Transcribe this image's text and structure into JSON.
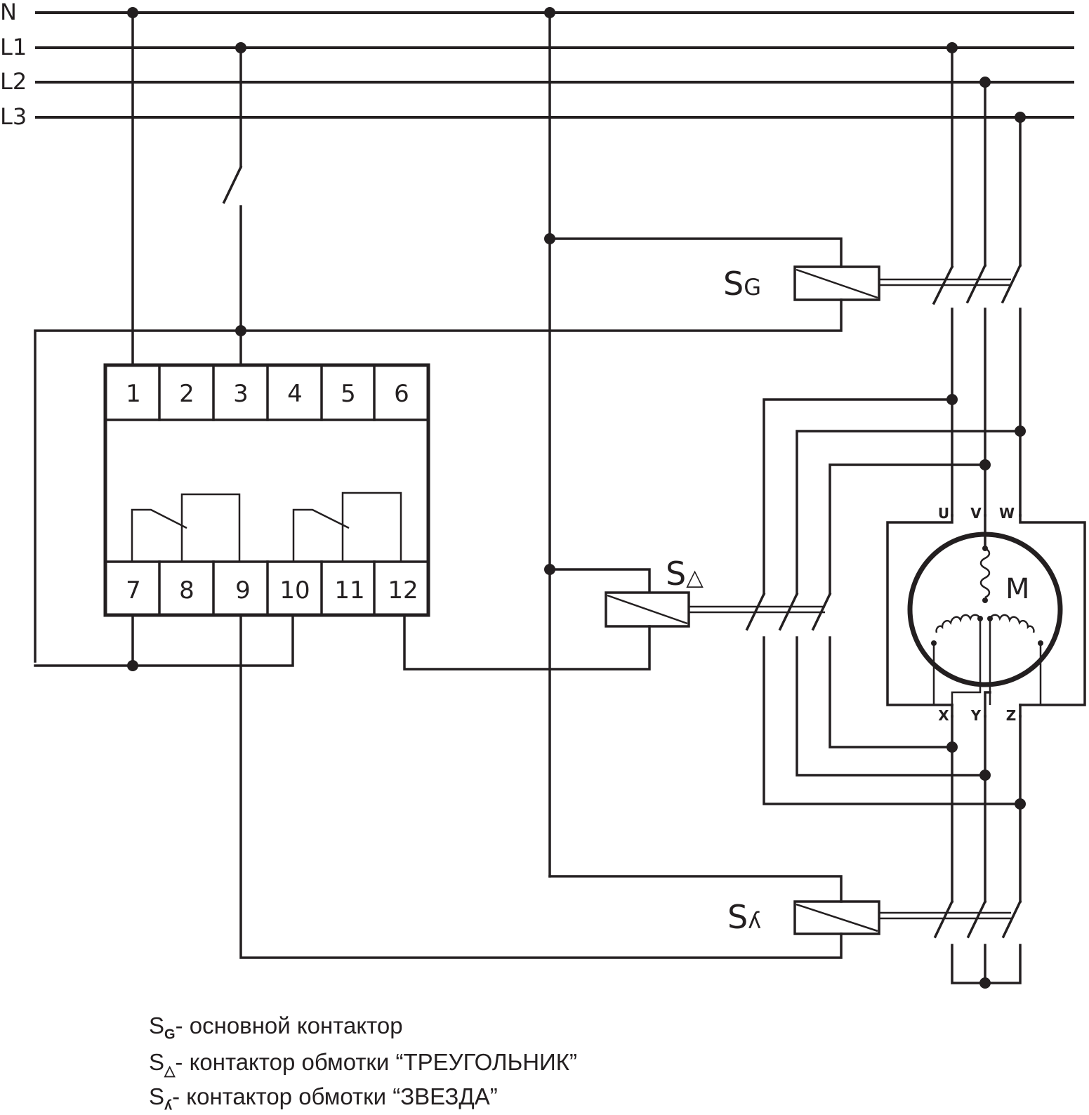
{
  "bus_labels": {
    "n": "N",
    "l1": "L1",
    "l2": "L2",
    "l3": "L3"
  },
  "relay": {
    "top_terminals": [
      "1",
      "2",
      "3",
      "4",
      "5",
      "6"
    ],
    "bottom_terminals": [
      "7",
      "8",
      "9",
      "10",
      "11",
      "12"
    ]
  },
  "contactors": {
    "main": {
      "letter": "S",
      "sub": "G"
    },
    "delta": {
      "letter": "S",
      "sub": "△"
    },
    "star": {
      "letter": "S",
      "sub": "ʎ"
    }
  },
  "motor": {
    "label": "M",
    "top_terminals": [
      "U",
      "V",
      "W"
    ],
    "bottom_terminals": [
      "X",
      "Y",
      "Z"
    ]
  },
  "legend": [
    {
      "symbol": "S",
      "sub": "G",
      "text": "- основной контактор"
    },
    {
      "symbol": "S",
      "sub": "△",
      "text": "- контактор обмотки “ТРЕУГОЛЬНИК”"
    },
    {
      "symbol": "S",
      "sub": "ʎ",
      "text": "- контактор обмотки “ЗВЕЗДА”"
    }
  ]
}
